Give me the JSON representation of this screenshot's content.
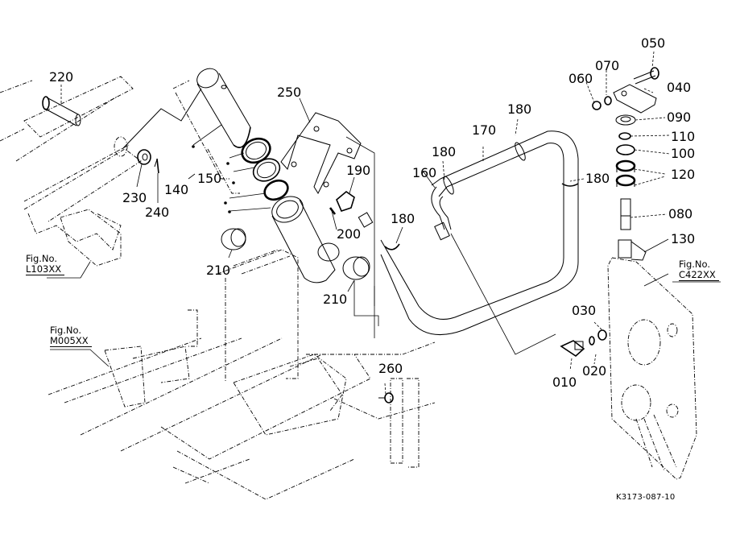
{
  "diagram": {
    "type": "exploded-parts-view",
    "drawing_code": "K3173-087-10",
    "figure_references": [
      {
        "id": "fig-l103xx",
        "label": "Fig.No.",
        "number": "L103XX"
      },
      {
        "id": "fig-m005xx",
        "label": "Fig.No.",
        "number": "M005XX"
      },
      {
        "id": "fig-c422xx",
        "label": "Fig.No.",
        "number": "C422XX"
      }
    ],
    "callouts": [
      {
        "part": "220"
      },
      {
        "part": "230"
      },
      {
        "part": "240"
      },
      {
        "part": "140"
      },
      {
        "part": "150"
      },
      {
        "part": "210"
      },
      {
        "part": "210"
      },
      {
        "part": "250"
      },
      {
        "part": "190"
      },
      {
        "part": "200"
      },
      {
        "part": "180"
      },
      {
        "part": "160"
      },
      {
        "part": "180"
      },
      {
        "part": "170"
      },
      {
        "part": "180"
      },
      {
        "part": "180"
      },
      {
        "part": "260"
      },
      {
        "part": "050"
      },
      {
        "part": "070"
      },
      {
        "part": "060"
      },
      {
        "part": "040"
      },
      {
        "part": "090"
      },
      {
        "part": "110"
      },
      {
        "part": "100"
      },
      {
        "part": "120"
      },
      {
        "part": "080"
      },
      {
        "part": "130"
      },
      {
        "part": "030"
      },
      {
        "part": "020"
      },
      {
        "part": "010"
      }
    ]
  }
}
